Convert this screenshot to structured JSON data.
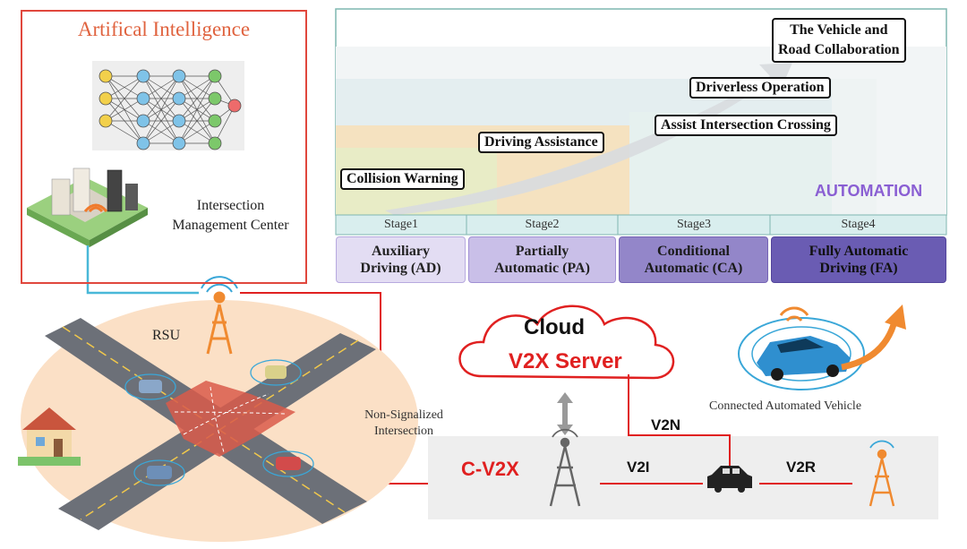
{
  "ai_panel": {
    "title": "Artifical Intelligence",
    "center_label_line1": "Intersection",
    "center_label_line2": "Management Center"
  },
  "automation": {
    "corner_label": "AUTOMATION",
    "milestones": [
      "Collision Warning",
      "Driving Assistance",
      "Assist Intersection Crossing",
      "Driverless Operation",
      "The Vehicle and",
      "Road Collaboration"
    ],
    "stages": [
      "Stage1",
      "Stage2",
      "Stage3",
      "Stage4"
    ],
    "levels": [
      {
        "line1": "Auxiliary",
        "line2": "Driving (AD)"
      },
      {
        "line1": "Partially",
        "line2": "Automatic (PA)"
      },
      {
        "line1": "Conditional",
        "line2": "Automatic (CA)"
      },
      {
        "line1": "Fully Automatic",
        "line2": "Driving (FA)"
      }
    ]
  },
  "intersection": {
    "rsu_label": "RSU",
    "non_signalized_line1": "Non-Signalized",
    "non_signalized_line2": "Intersection"
  },
  "network": {
    "cloud_line1": "Cloud",
    "cloud_line2": "V2X Server",
    "cv2x_label": "C-V2X",
    "v2n_label": "V2N",
    "v2i_label": "V2I",
    "v2r_label": "V2R",
    "cav_label": "Connected Automated Vehicle"
  },
  "colors": {
    "accent_red": "#e02020",
    "link_blue": "#49b8d8",
    "automation_purple": "#8a5fd3",
    "tower_orange": "#f08a30"
  }
}
